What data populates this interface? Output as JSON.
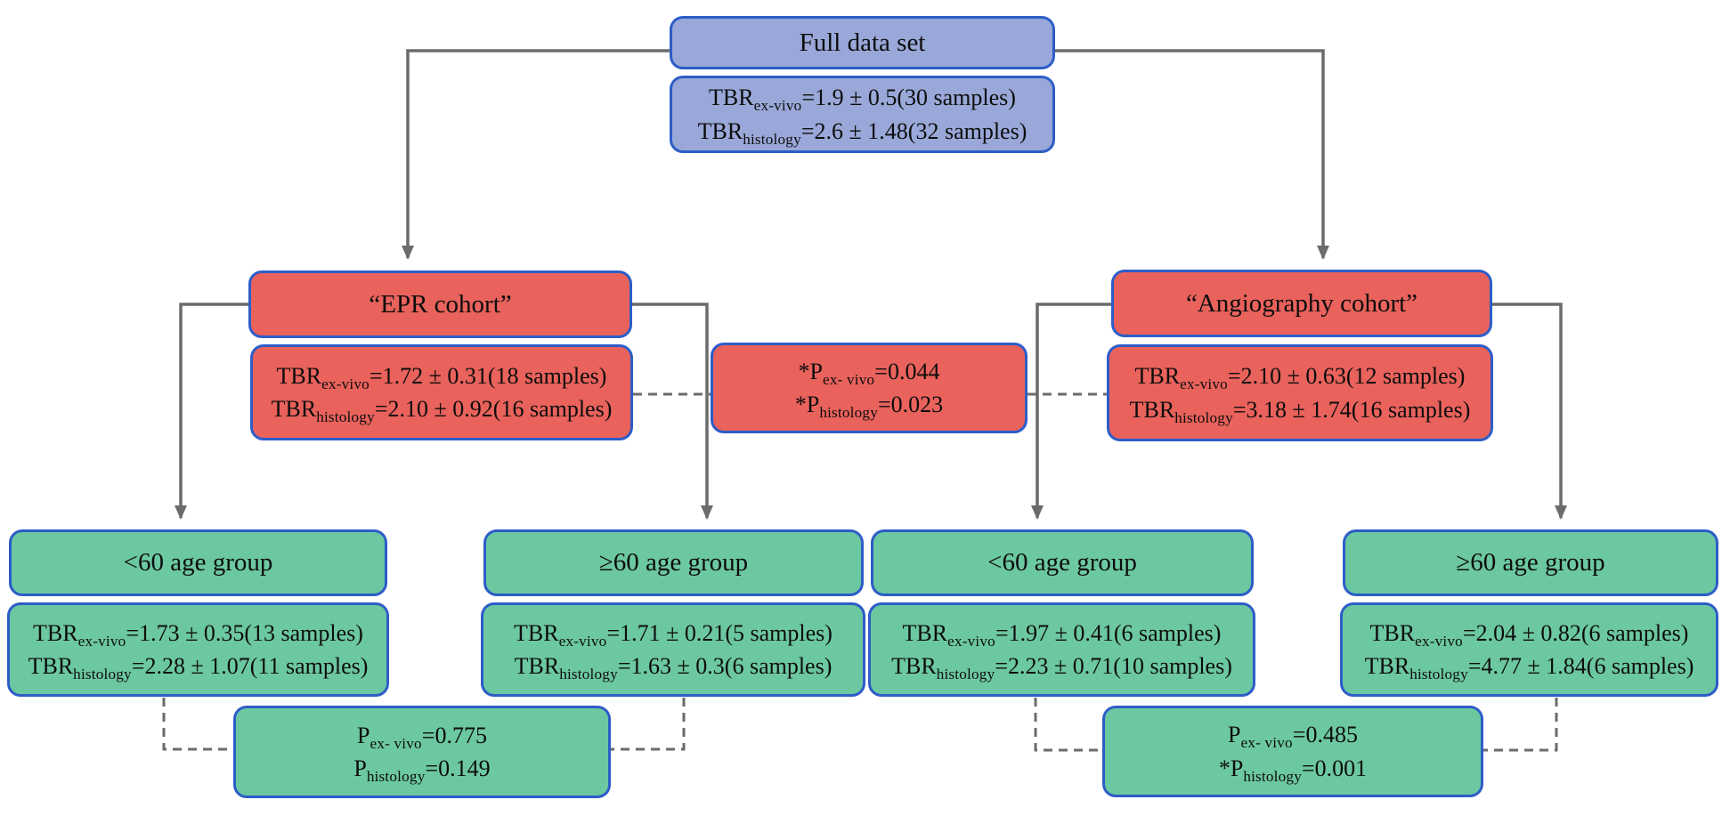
{
  "colors": {
    "blue_fill": "#99a8d8",
    "red_fill": "#e9625c",
    "green_fill": "#6cc8a0",
    "border_color": "#2d5dc8",
    "line_color": "#6b6b6b"
  },
  "nodes": {
    "full": {
      "title": "Full data set",
      "lines": [
        {
          "base": "TBR",
          "sub": "ex-vivo",
          "rest": "=1.9 ± 0.5(30 samples)"
        },
        {
          "base": "TBR",
          "sub": "histology",
          "rest": "=2.6 ± 1.48(32 samples)"
        }
      ]
    },
    "epr": {
      "title": "“EPR cohort”",
      "lines": [
        {
          "base": "TBR",
          "sub": "ex-vivo",
          "rest": "=1.72 ± 0.31(18 samples)"
        },
        {
          "base": "TBR",
          "sub": "histology",
          "rest": "=2.10 ± 0.92(16 samples)"
        }
      ]
    },
    "cohort_p": {
      "lines": [
        {
          "base": "*P",
          "sub": "ex- vivo",
          "rest": "=0.044"
        },
        {
          "base": "*P",
          "sub": "histology",
          "rest": "=0.023"
        }
      ]
    },
    "angio": {
      "title": "“Angiography cohort”",
      "lines": [
        {
          "base": "TBR",
          "sub": "ex-vivo",
          "rest": "=2.10 ± 0.63(12 samples)"
        },
        {
          "base": "TBR",
          "sub": "histology",
          "rest": "=3.18 ± 1.74(16 samples)"
        }
      ]
    },
    "epr_lt60": {
      "title": "<60 age group",
      "lines": [
        {
          "base": "TBR",
          "sub": "ex-vivo",
          "rest": "=1.73 ± 0.35(13 samples)"
        },
        {
          "base": "TBR",
          "sub": "histology",
          "rest": "=2.28 ± 1.07(11 samples)"
        }
      ]
    },
    "epr_ge60": {
      "title": "≥60 age group",
      "lines": [
        {
          "base": "TBR",
          "sub": "ex-vivo",
          "rest": "=1.71 ± 0.21(5 samples)"
        },
        {
          "base": "TBR",
          "sub": "histology",
          "rest": "=1.63 ± 0.3(6 samples)"
        }
      ]
    },
    "angio_lt60": {
      "title": "<60 age group",
      "lines": [
        {
          "base": "TBR",
          "sub": "ex-vivo",
          "rest": "=1.97 ± 0.41(6 samples)"
        },
        {
          "base": "TBR",
          "sub": "histology",
          "rest": "=2.23 ± 0.71(10 samples)"
        }
      ]
    },
    "angio_ge60": {
      "title": "≥60 age group",
      "lines": [
        {
          "base": "TBR",
          "sub": "ex-vivo",
          "rest": "=2.04 ± 0.82(6 samples)"
        },
        {
          "base": "TBR",
          "sub": "histology",
          "rest": "=4.77 ± 1.84(6 samples)"
        }
      ]
    },
    "epr_age_p": {
      "lines": [
        {
          "base": "P",
          "sub": "ex- vivo",
          "rest": "=0.775"
        },
        {
          "base": "P",
          "sub": "histology",
          "rest": "=0.149"
        }
      ]
    },
    "angio_age_p": {
      "lines": [
        {
          "base": "P",
          "sub": "ex- vivo",
          "rest": "=0.485"
        },
        {
          "base": "*P",
          "sub": "histology",
          "rest": "=0.001"
        }
      ]
    }
  }
}
